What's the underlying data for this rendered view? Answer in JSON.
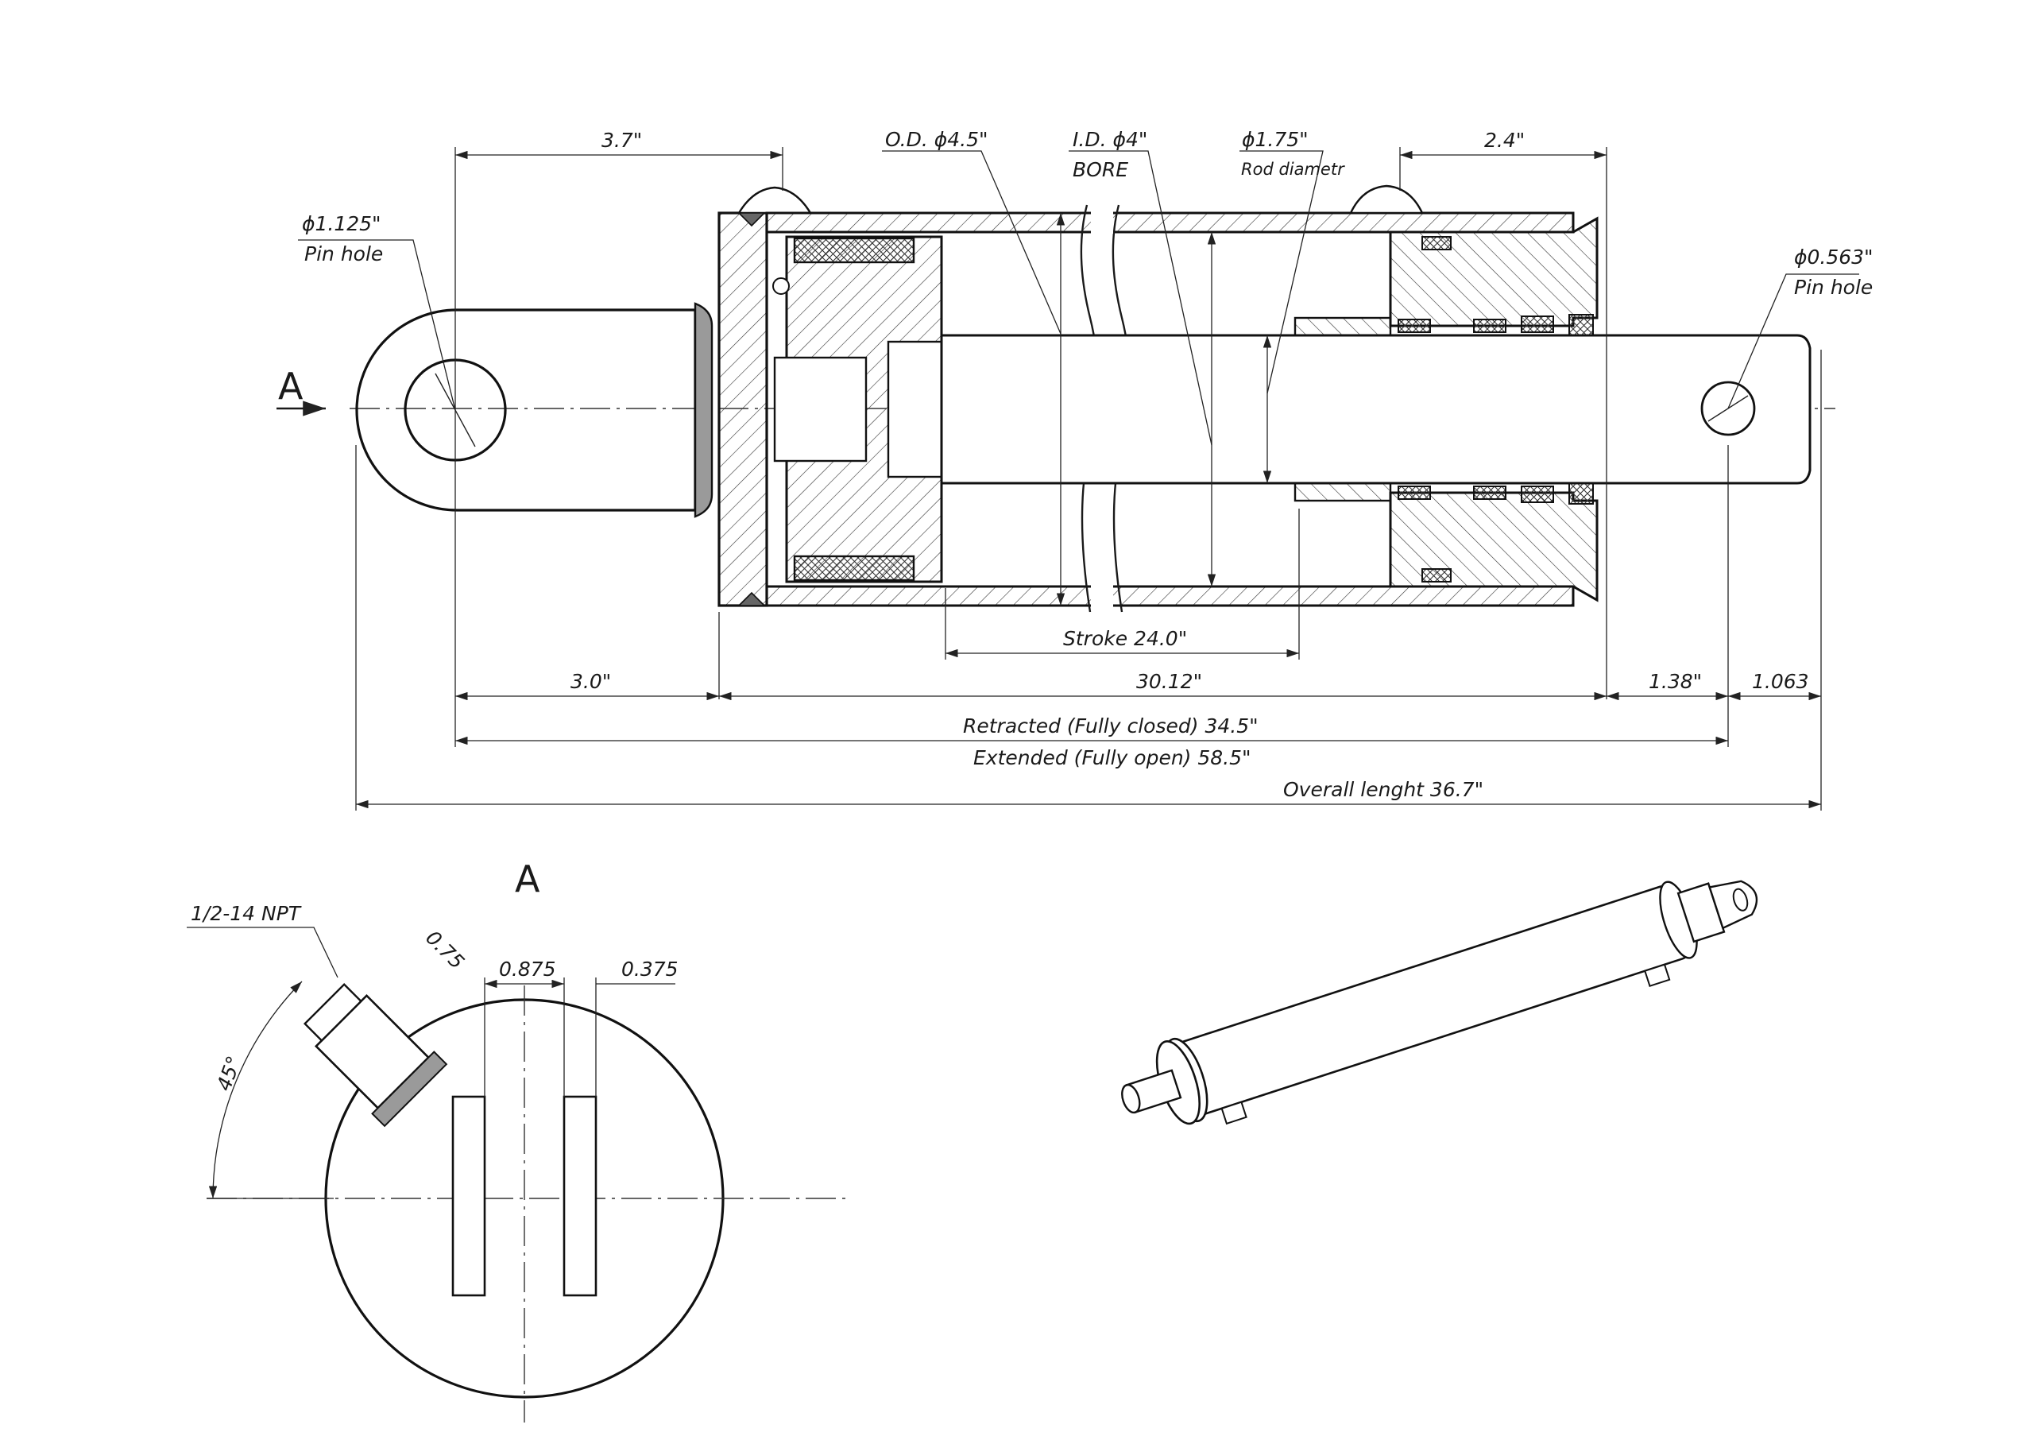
{
  "labels": {
    "pin_hole_left_dia": "ϕ1.125\"",
    "pin_hole_left_text": "Pin hole",
    "dim_3_7": "3.7\"",
    "od": "O.D. ϕ4.5\"",
    "id": "I.D. ϕ4\"",
    "bore": "BORE",
    "rod_dia": "ϕ1.75\"",
    "rod_dia_text": "Rod diametr",
    "dim_2_4": "2.4\"",
    "pin_hole_right_dia": "ϕ0.563\"",
    "pin_hole_right_text": "Pin hole",
    "view_arrow": "A",
    "stroke": "Stroke 24.0\"",
    "dim_3_0": "3.0\"",
    "dim_30_12": "30.12\"",
    "dim_1_38": "1.38\"",
    "dim_1_063": "1.063",
    "retracted": "Retracted (Fully closed) 34.5\"",
    "extended": "Extended (Fully open) 58.5\"",
    "overall": "Overall lenght 36.7\"",
    "view_a_title": "A",
    "npt": "1/2-14 NPT",
    "dim_0_75": "0.75",
    "dim_0_875": "0.875",
    "dim_0_375": "0.375",
    "angle_45": "45°"
  },
  "colors": {
    "line": "#1a1a1a",
    "seal_fill": "#9a9a9a",
    "background": "#ffffff"
  }
}
